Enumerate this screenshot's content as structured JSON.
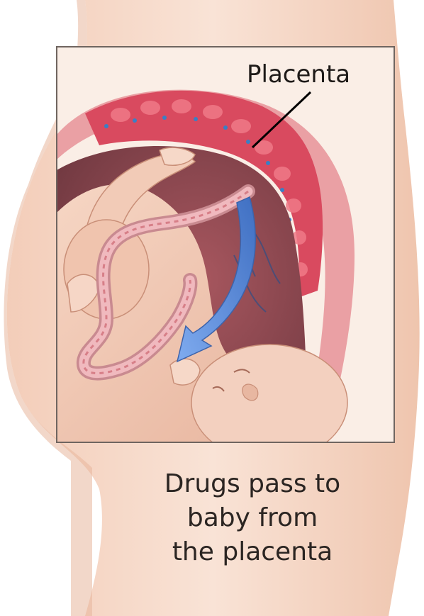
{
  "labels": {
    "placenta": "Placenta"
  },
  "caption": {
    "lines": [
      "Drugs pass to",
      "baby from",
      "the placenta"
    ]
  },
  "colors": {
    "body_skin": "#f6dccd",
    "body_shadow": "#e9bea6",
    "inset_background": "#faeee6",
    "inset_border": "#6f6560",
    "uterine_wall": "#e89a9e",
    "placenta_tissue": "#d94a5f",
    "placenta_vessels": "#3a7fc4",
    "womb_cavity": "#8c4c52",
    "baby_skin": "#f1c9b4",
    "umbilical_cord": "#e9aab0",
    "arrow": "#6b9be0",
    "leader_line": "#000000"
  },
  "icons": {
    "transfer_arrow": "curved-arrow-down-left-icon"
  }
}
